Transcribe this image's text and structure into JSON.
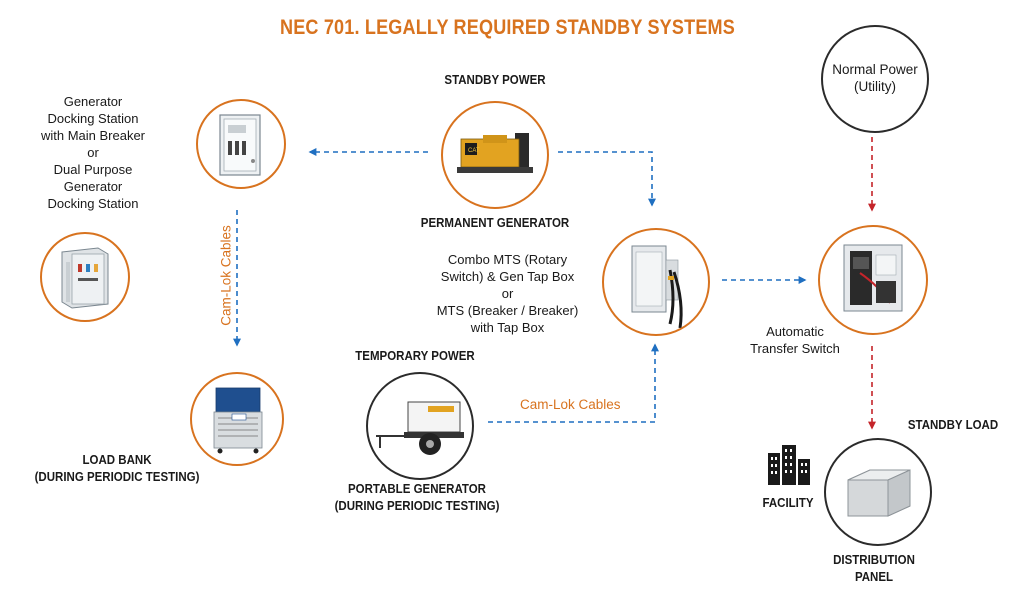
{
  "title": "NEC 701. LEGALLY REQUIRED STANDBY SYSTEMS",
  "nodes": {
    "standby_power": "STANDBY POWER",
    "permanent_generator": "PERMANENT GENERATOR",
    "docking_station": [
      "Generator",
      "Docking Station",
      "with Main Breaker",
      "or",
      "Dual Purpose",
      "Generator",
      "Docking Station"
    ],
    "combo_mts": [
      "Combo MTS (Rotary",
      "Switch)  & Gen Tap Box",
      "or",
      "MTS (Breaker / Breaker)",
      "with Tap Box"
    ],
    "normal_power": [
      "Normal Power",
      "(Utility)"
    ],
    "ats": [
      "Automatic",
      "Transfer Switch"
    ],
    "temporary_power": "TEMPORARY POWER",
    "portable_generator": [
      "PORTABLE GENERATOR",
      "(DURING PERIODIC TESTING)"
    ],
    "load_bank": [
      "LOAD BANK",
      "(DURING PERIODIC TESTING)"
    ],
    "standby_load": "STANDBY LOAD",
    "facility": "FACILITY",
    "distribution_panel": [
      "DISTRIBUTION",
      "PANEL"
    ]
  },
  "cables": {
    "vertical": "Cam-Lok Cables",
    "horizontal": "Cam-Lok Cables"
  },
  "icons": [
    "docking-station-cabinet-icon",
    "generator-icon",
    "panel-cabinet-icon",
    "load-bank-icon",
    "portable-generator-trailer-icon",
    "mts-switch-icon",
    "ats-cabinet-icon",
    "distribution-box-icon",
    "facility-buildings-icon"
  ],
  "colors": {
    "accent": "#d8731f",
    "blue_arrow": "#1f6fc1",
    "red_arrow": "#c4242a"
  }
}
